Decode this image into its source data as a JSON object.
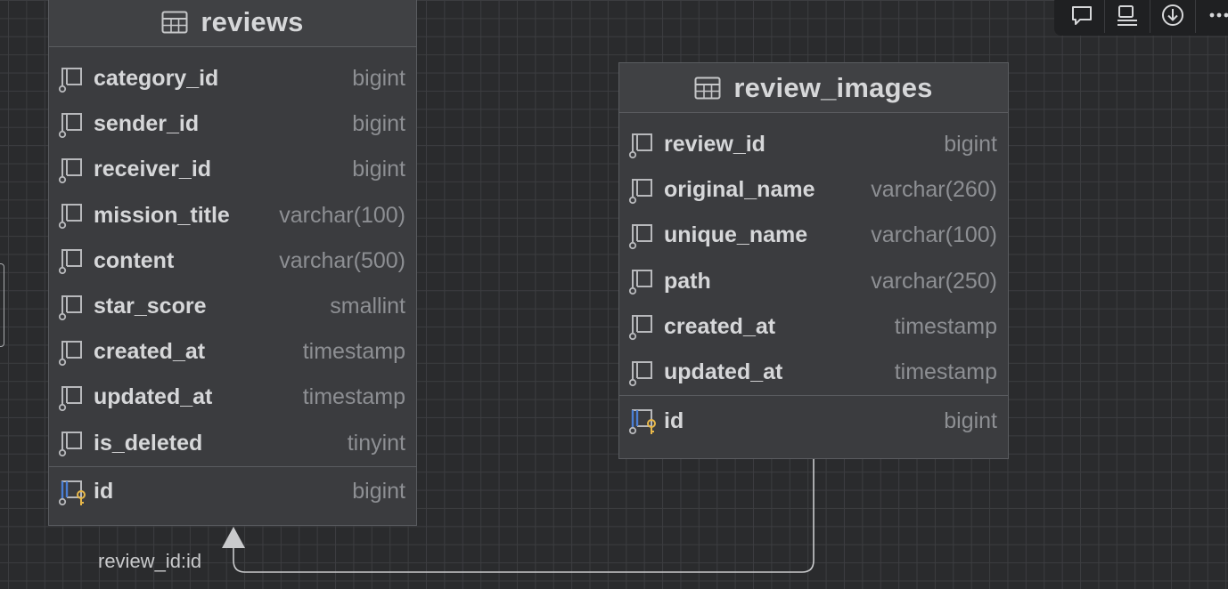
{
  "diagram": {
    "tables": {
      "reviews": {
        "title": "reviews",
        "columns": [
          {
            "name": "category_id",
            "type": "bigint"
          },
          {
            "name": "sender_id",
            "type": "bigint"
          },
          {
            "name": "receiver_id",
            "type": "bigint"
          },
          {
            "name": "mission_title",
            "type": "varchar(100)"
          },
          {
            "name": "content",
            "type": "varchar(500)"
          },
          {
            "name": "star_score",
            "type": "smallint"
          },
          {
            "name": "created_at",
            "type": "timestamp"
          },
          {
            "name": "updated_at",
            "type": "timestamp"
          },
          {
            "name": "is_deleted",
            "type": "tinyint"
          }
        ],
        "primary_key": {
          "name": "id",
          "type": "bigint"
        }
      },
      "review_images": {
        "title": "review_images",
        "columns": [
          {
            "name": "review_id",
            "type": "bigint"
          },
          {
            "name": "original_name",
            "type": "varchar(260)"
          },
          {
            "name": "unique_name",
            "type": "varchar(100)"
          },
          {
            "name": "path",
            "type": "varchar(250)"
          },
          {
            "name": "created_at",
            "type": "timestamp"
          },
          {
            "name": "updated_at",
            "type": "timestamp"
          }
        ],
        "primary_key": {
          "name": "id",
          "type": "bigint"
        }
      }
    },
    "relationship": {
      "label": "review_id:id"
    }
  },
  "toolbar": {
    "buttons": [
      {
        "icon": "comment-icon"
      },
      {
        "icon": "layout-icon"
      },
      {
        "icon": "download-icon"
      },
      {
        "icon": "more-icon"
      }
    ]
  },
  "colors": {
    "canvas": "#2a2b2d",
    "grid": "#3c3d40",
    "table_fill": "#3b3c3f",
    "table_border": "#5a5c60",
    "column_name": "#d6d7d9",
    "column_type": "#8d8f93",
    "key_accent": "#e8b84a",
    "pk_accent": "#4a7fd6",
    "connector": "#c9cacc"
  }
}
